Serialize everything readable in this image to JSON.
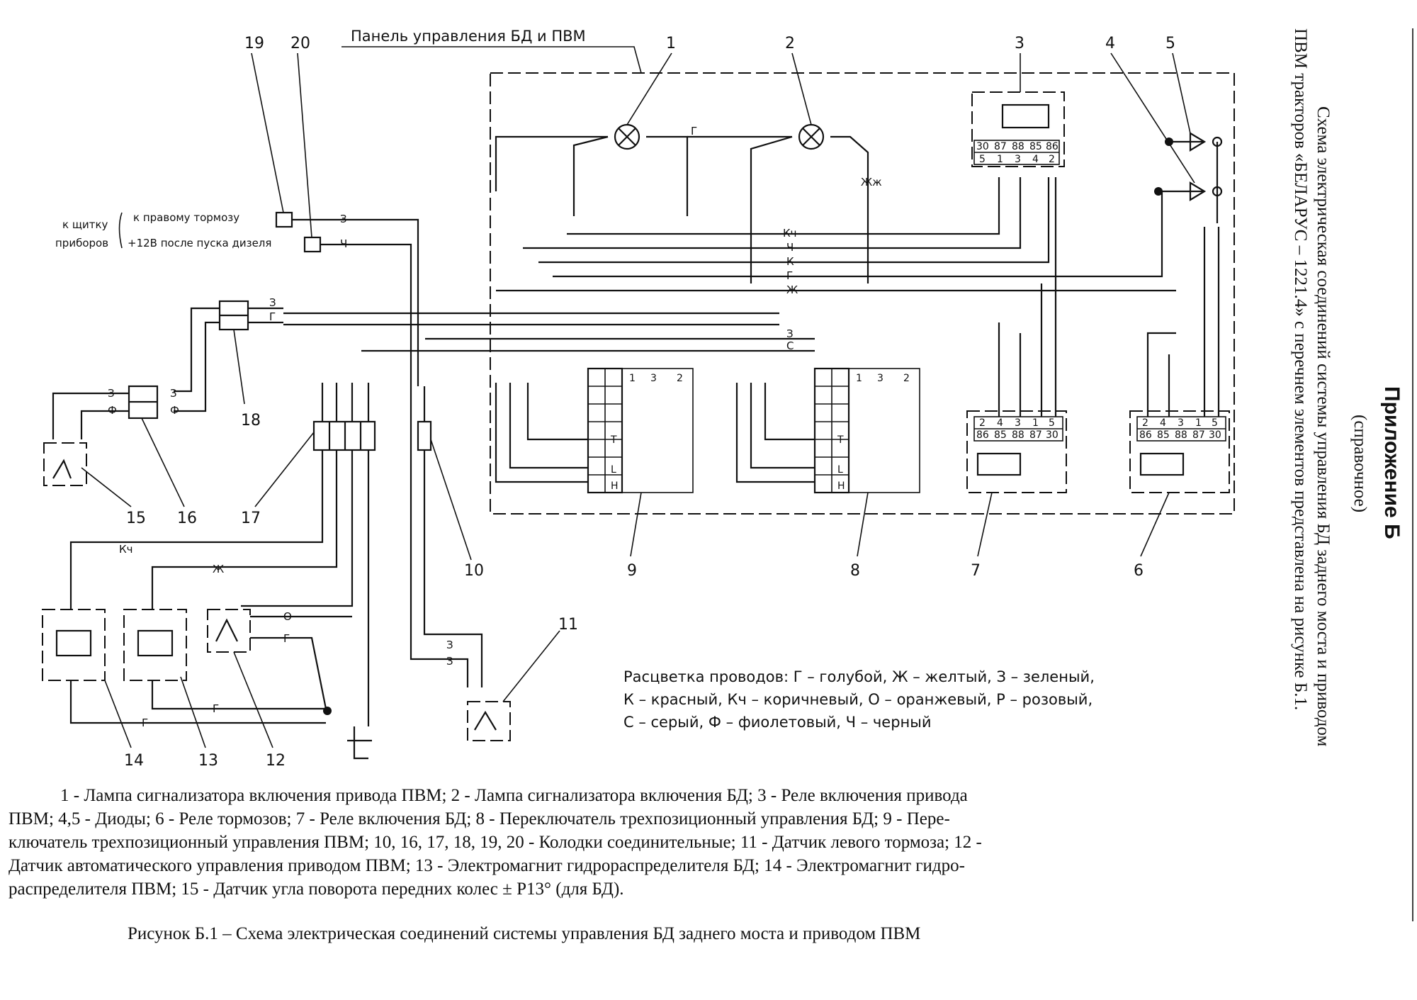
{
  "panel_title": "Панель управления БД и ПВМ",
  "to_dashboard": [
    "к щитку",
    "приборов"
  ],
  "conn_labels": {
    "to_right_brake": "к правому тормозу",
    "plus12v": "+12В после пуска дизеля"
  },
  "callouts": {
    "n1": "1",
    "n2": "2",
    "n3": "3",
    "n4": "4",
    "n5": "5",
    "n6": "6",
    "n7": "7",
    "n8": "8",
    "n9": "9",
    "n10": "10",
    "n11": "11",
    "n12": "12",
    "n13": "13",
    "n14": "14",
    "n15": "15",
    "n16": "16",
    "n17": "17",
    "n18": "18",
    "n19": "19",
    "n20": "20"
  },
  "wire_codes": {
    "kch": "Кч",
    "ch": "Ч",
    "k": "К",
    "g": "Г",
    "zh": "Ж",
    "z": "З",
    "s": "С",
    "f": "Ф",
    "o": "О",
    "zhzh": "Жж"
  },
  "relay_pins_top": [
    "30",
    "87",
    "88",
    "85",
    "86"
  ],
  "relay_pins_bottom": [
    "5",
    "1",
    "3",
    "4",
    "2"
  ],
  "relay67_pins_top": [
    "2",
    "4",
    "3",
    "1",
    "5"
  ],
  "relay67_pins_bottom": [
    "86",
    "85",
    "88",
    "87",
    "30"
  ],
  "switch_cols": [
    "1",
    "3",
    "2"
  ],
  "switch_rows": [
    "T",
    "L",
    "H"
  ],
  "legend": [
    "Расцветка проводов: Г – голубой, Ж – желтый, З – зеленый,",
    "К – красный, Кч – коричневый, О – оранжевый, Р – розовый,",
    "С – серый, Ф – фиолетовый, Ч – черный"
  ],
  "caption_lines": [
    "1 - Лампа сигнализатора включения привода ПВМ; 2 - Лампа сигнализатора включения БД; 3 - Реле включения привода",
    "ПВМ; 4,5 - Диоды; 6 - Реле тормозов; 7 - Реле включения БД; 8 - Переключатель трехпозиционный управления БД; 9 - Пере-",
    "ключатель трехпозиционный управления ПВМ; 10, 16, 17, 18, 19, 20 - Колодки соединительные; 11 - Датчик левого тормоза; 12 -",
    "Датчик автоматического управления приводом ПВМ; 13 - Электромагнит гидрораспределителя БД; 14 - Электромагнит гидро-",
    "распределителя ПВМ; 15 - Датчик угла поворота передних колес ± Р13° (для БД)."
  ],
  "figure_caption": "Рисунок Б.1 – Схема электрическая соединений системы управления БД заднего моста и приводом ПВМ",
  "side": {
    "appendix": "Приложение Б",
    "reference": "(справочное)",
    "line1": "Схема электрическая соединений системы управления БД заднего моста и приводом",
    "line2": "ПВМ тракторов «БЕЛАРУС – 1221.4» с перечнем элементов представлена на рисунке Б.1."
  }
}
